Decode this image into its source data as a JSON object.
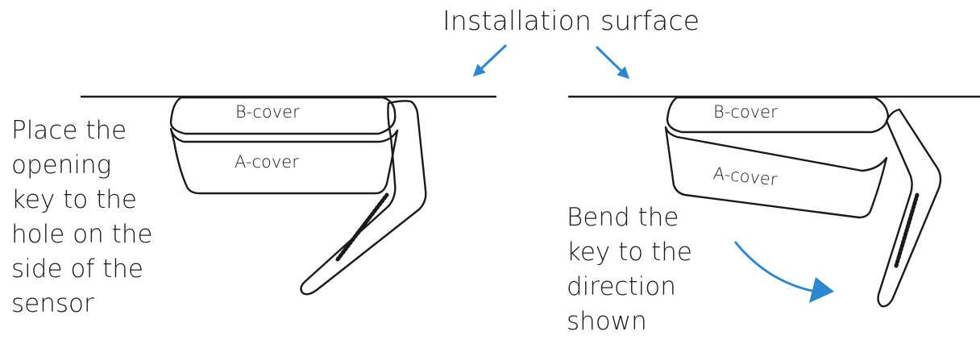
{
  "title": "Installation surface",
  "left_panel": {
    "instruction_lines": [
      "Place the",
      "opening",
      "key to the",
      "hole on the",
      "side of the",
      "sensor"
    ],
    "b_cover_label": "B-cover",
    "a_cover_label": "A-cover"
  },
  "right_panel": {
    "instruction_lines": [
      "Bend the",
      "key to the",
      "direction",
      "shown"
    ],
    "b_cover_label": "B-cover",
    "a_cover_label": "A-cover"
  },
  "colors": {
    "arrow": "#2b87d1",
    "line": "#1a1a1a",
    "background": "#ffffff"
  }
}
